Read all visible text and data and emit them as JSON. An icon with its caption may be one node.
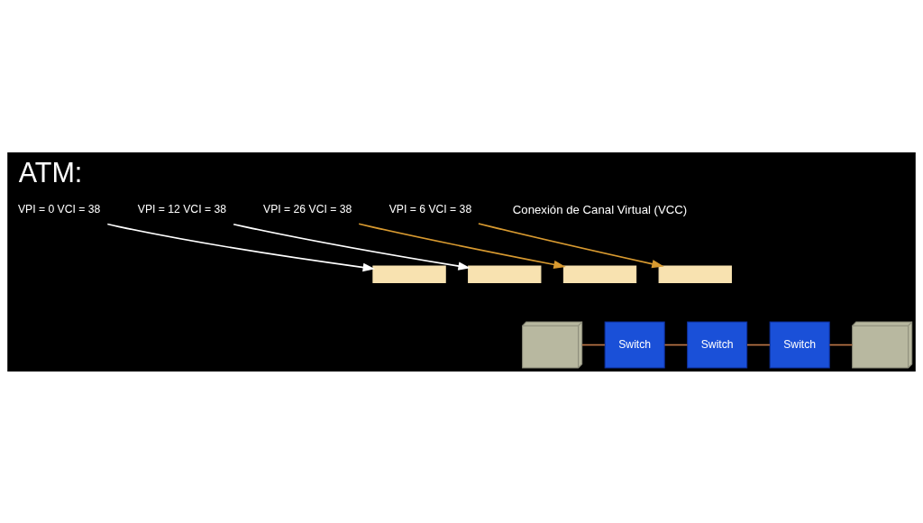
{
  "diagram": {
    "title": "ATM:",
    "nodes": [
      {
        "text": [],
        "shape": "computer"
      },
      {
        "text": [
          "Switch"
        ]
      },
      {
        "text": [
          "Switch"
        ]
      },
      {
        "text": [
          "Switch"
        ]
      },
      {
        "text": [],
        "shape": "computer"
      },
      {
        "text": [],
        "shape": "box"
      },
      {
        "text": [],
        "shape": "box"
      },
      {
        "text": [],
        "shape": "box"
      },
      {
        "text": [],
        "shape": "box"
      },
      {
        "text": [
          "VPI = 0 VCI = 38"
        ]
      },
      {
        "text": [
          "VPI = 12 VCI = 38"
        ]
      },
      {
        "text": [
          "VPI = 26 VCI = 38"
        ]
      },
      {
        "text": [
          "VPI = 6 VCI = 38"
        ]
      }
    ],
    "edges": [
      {
        "from": 0,
        "to": 1,
        "arrow": "none",
        "color": "#c07848"
      },
      {
        "from": 1,
        "to": 2,
        "arrow": "none",
        "color": "#c07848"
      },
      {
        "from": 2,
        "to": 3,
        "arrow": "none",
        "color": "#c07848"
      },
      {
        "from": 3,
        "to": 4,
        "arrow": "none",
        "color": "#c07848"
      },
      {
        "from": 9,
        "to": 5,
        "arrow": "to",
        "color": "#ffffff"
      },
      {
        "from": 10,
        "to": 6,
        "arrow": "to",
        "color": "#ffffff"
      },
      {
        "from": 11,
        "to": 7,
        "arrow": "to",
        "color": "#d89a30"
      },
      {
        "from": 12,
        "to": 8,
        "arrow": "to",
        "color": "#d89a30"
      }
    ],
    "labels": [
      "Conexión de Canal Virtual (VCC)"
    ]
  }
}
